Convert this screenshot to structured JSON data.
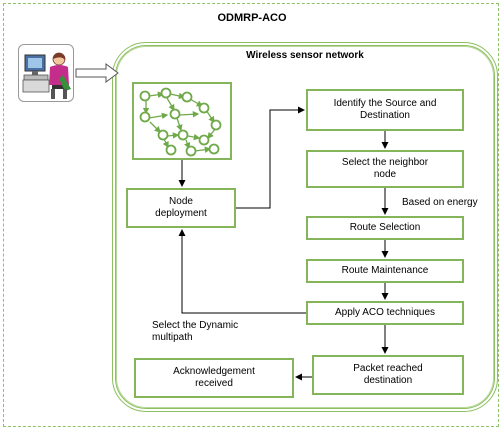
{
  "diagram": {
    "title": "ODMRP-ACO",
    "subtitle": "Wireless sensor network",
    "nodes": {
      "node_deployment": "Node\ndeployment",
      "identify": "Identify the Source and\nDestination",
      "select_neighbor": "Select the neighbor\nnode",
      "route_selection": "Route Selection",
      "route_maintenance": "Route Maintenance",
      "apply_aco": "Apply ACO techniques",
      "packet_reached": "Packet reached\ndestination",
      "acknowledgement": "Acknowledgement\nreceived"
    },
    "edge_labels": {
      "based_on_energy": "Based on energy",
      "select_dynamic": "Select the Dynamic\nmultipath"
    },
    "icons": {
      "user": "user-at-computer-icon",
      "network": "sensor-network-graph-icon"
    },
    "colors": {
      "box_border": "#84b55a",
      "container_border": "#8cbf5f",
      "dashed_border": "#8fc06a"
    }
  }
}
